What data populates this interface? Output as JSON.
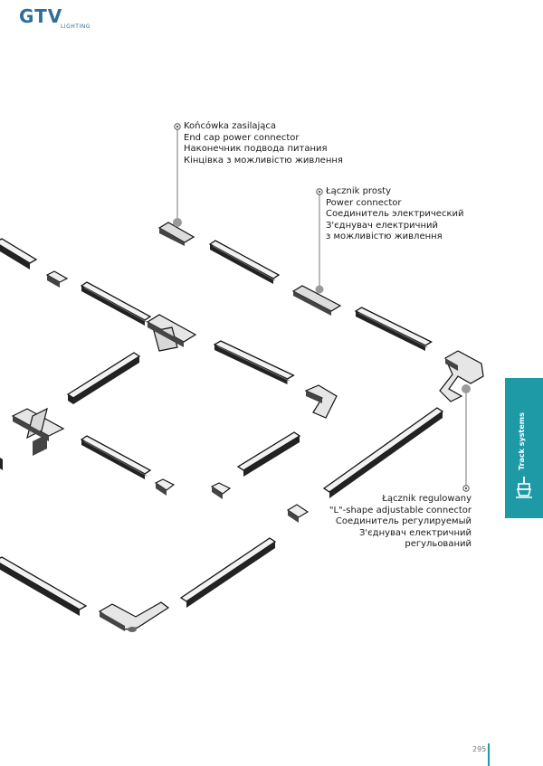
{
  "brand": {
    "logo_text": "GTV",
    "logo_subtext": "LIGHTING"
  },
  "callouts": {
    "end_cap": [
      "Końcówka zasilająca",
      "End cap power connector",
      "Наконечник подвода питания",
      "Кінцівка з можливістю живлення"
    ],
    "straight": [
      "Łącznik prosty",
      "Power connector",
      "Соединитель электрический",
      "З'єднувач електричний",
      "з можливістю живлення"
    ],
    "l_shape": [
      "Łącznik regulowany",
      "\"L\"-shape adjustable connector",
      "Соединитель регулируемый",
      "З'єднувач електричний",
      "регульований"
    ]
  },
  "side_tab": {
    "label": "Track systems",
    "icon": "track-light-icon",
    "color": "#1e9aa6"
  },
  "page_number": "295",
  "accent_color": "#1e9aa6"
}
